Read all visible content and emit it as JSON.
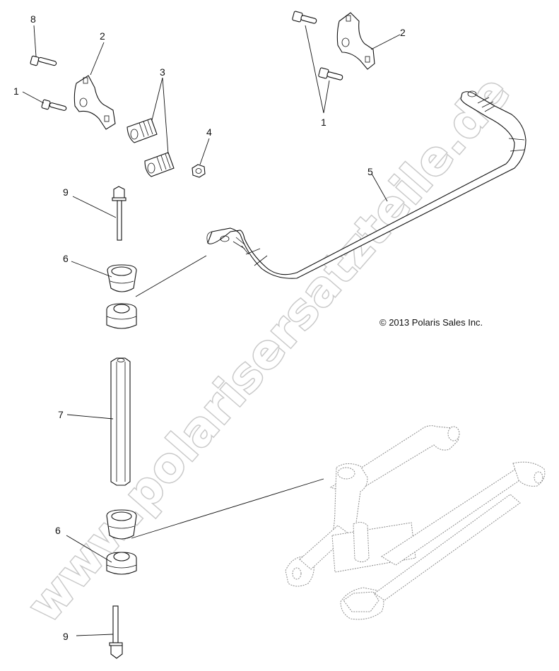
{
  "callouts": {
    "c8": "8",
    "c2a": "2",
    "c3": "3",
    "c1a": "1",
    "c4": "4",
    "c2b": "2",
    "c1b": "1",
    "c5": "5",
    "c9a": "9",
    "c6a": "6",
    "c7": "7",
    "c6b": "6",
    "c9b": "9"
  },
  "copyright": "© 2013 Polaris Sales Inc.",
  "watermark": "www.polarisersatzteile.de",
  "colors": {
    "line": "#111111",
    "watermark_outline": "#c9c9c9",
    "background": "#ffffff"
  }
}
